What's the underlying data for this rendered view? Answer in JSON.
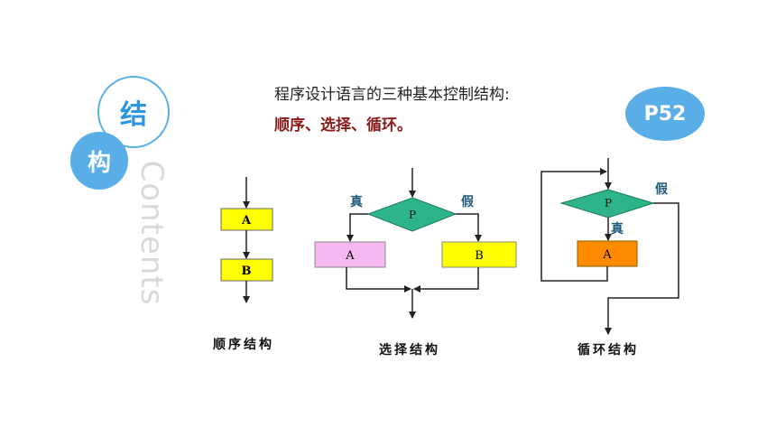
{
  "section": {
    "char_top": "结",
    "char_bottom": "构",
    "watermark": "Contents"
  },
  "page_badge": "P52",
  "intro": {
    "line1": "程序设计语言的三种基本控制结构:",
    "line2": "顺序、选择、循环。"
  },
  "colors": {
    "accent_blue": "#5aaee8",
    "sequence_box": "#ffff00",
    "decision": "#2db48a",
    "choice_a": "#f5b8f0",
    "choice_b": "#ffff00",
    "loop_box": "#ff8c00",
    "intro_highlight": "#8b1a1a"
  },
  "diagrams": {
    "sequence": {
      "caption": "顺序结构",
      "box_a": "A",
      "box_b": "B"
    },
    "selection": {
      "caption": "选择结构",
      "decision": "P",
      "true_label": "真",
      "false_label": "假",
      "box_a": "A",
      "box_b": "B"
    },
    "loop": {
      "caption": "循环结构",
      "decision": "P",
      "true_label": "真",
      "false_label": "假",
      "box_a": "A"
    }
  }
}
